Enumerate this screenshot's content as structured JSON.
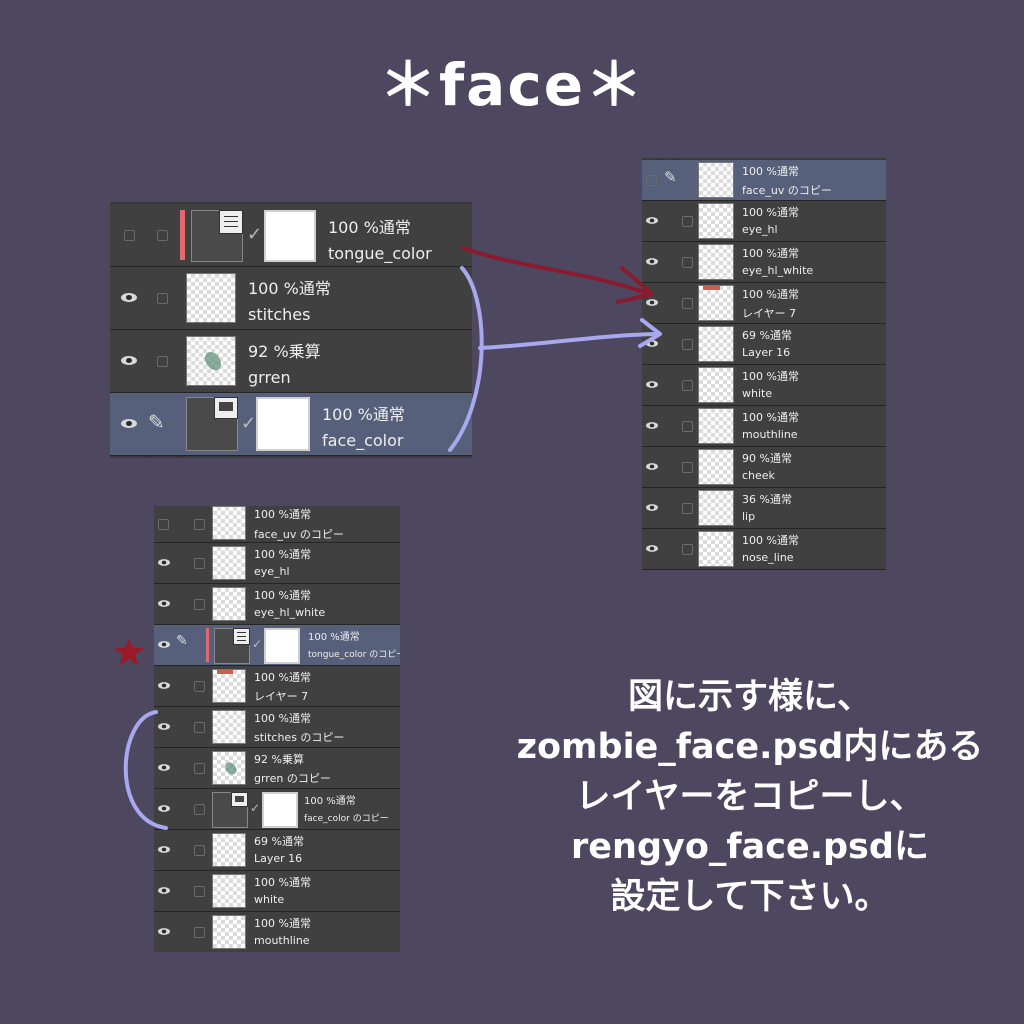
{
  "title": "＊face＊",
  "panel_a": {
    "layers": [
      {
        "opacity": "100 %通常",
        "name": "tongue_color"
      },
      {
        "opacity": "100 %通常",
        "name": "stitches"
      },
      {
        "opacity": "92 %乗算",
        "name": "grren"
      },
      {
        "opacity": "100 %通常",
        "name": "face_color"
      }
    ]
  },
  "panel_b": {
    "layers": [
      {
        "opacity": "100 %通常",
        "name": "face_uv のコピー"
      },
      {
        "opacity": "100 %通常",
        "name": "eye_hl"
      },
      {
        "opacity": "100 %通常",
        "name": "eye_hl_white"
      },
      {
        "opacity": "100 %通常",
        "name": "レイヤー 7"
      },
      {
        "opacity": "69 %通常",
        "name": "Layer 16"
      },
      {
        "opacity": "100 %通常",
        "name": "white"
      },
      {
        "opacity": "100 %通常",
        "name": "mouthline"
      },
      {
        "opacity": "90 %通常",
        "name": "cheek"
      },
      {
        "opacity": "36 %通常",
        "name": "lip"
      },
      {
        "opacity": "100 %通常",
        "name": "nose_line"
      }
    ]
  },
  "panel_c": {
    "layers": [
      {
        "opacity": "100 %通常",
        "name": "face_uv のコピー"
      },
      {
        "opacity": "100 %通常",
        "name": "eye_hl"
      },
      {
        "opacity": "100 %通常",
        "name": "eye_hl_white"
      },
      {
        "opacity": "100 %通常",
        "name": "tongue_color のコピー"
      },
      {
        "opacity": "100 %通常",
        "name": "レイヤー 7"
      },
      {
        "opacity": "100 %通常",
        "name": "stitches のコピー"
      },
      {
        "opacity": "92 %乗算",
        "name": "grren のコピー"
      },
      {
        "opacity": "100 %通常",
        "name": "face_color のコピー"
      },
      {
        "opacity": "69 %通常",
        "name": "Layer 16"
      },
      {
        "opacity": "100 %通常",
        "name": "white"
      },
      {
        "opacity": "100 %通常",
        "name": "mouthline"
      }
    ]
  },
  "instruction": [
    "図に示す様に、",
    "zombie_face.psd内にある",
    "レイヤーをコピーし、",
    "rengyo_face.psdに",
    "設定して下さい。"
  ],
  "icons": {
    "visibility": "eye-icon",
    "edit": "pencil-icon",
    "lock": "checkbox"
  },
  "colors": {
    "background": "#4d4760",
    "panel": "#404040",
    "selected_row": "#56607a",
    "red_arrow": "#8b1a2f",
    "blue_arrow": "#a7a8ee",
    "star": "#9b1a2a",
    "layer_color_label": "#e06a70"
  }
}
